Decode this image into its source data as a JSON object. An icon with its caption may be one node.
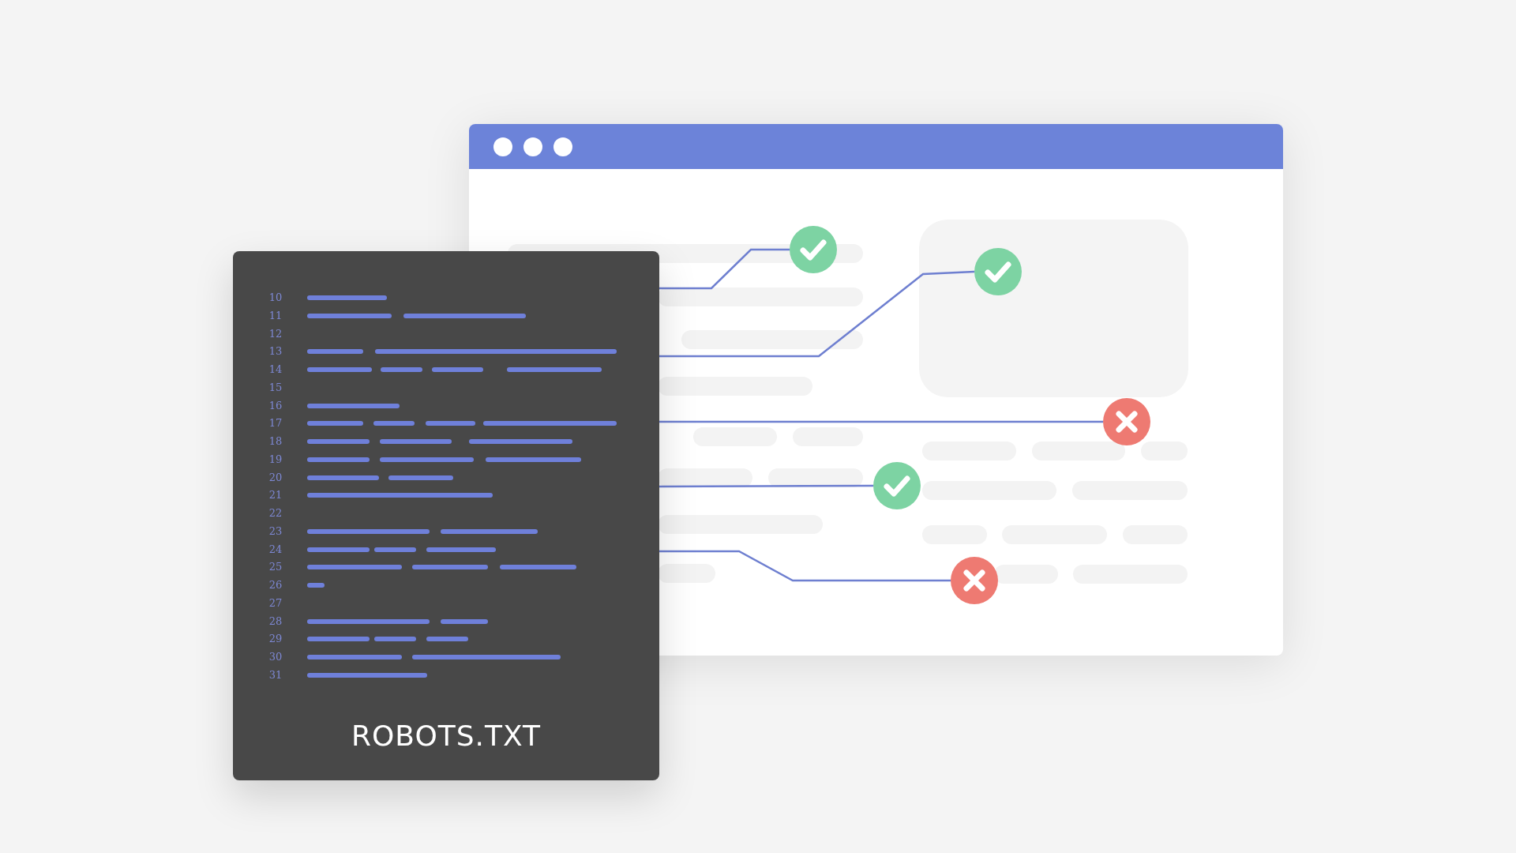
{
  "diagram": {
    "nodes": [
      {
        "text": [
          "ROBOTS.TXT"
        ]
      },
      {
        "text": [],
        "shape": "box"
      },
      {
        "text": [],
        "shape": "circle",
        "in": 1
      },
      {
        "text": [],
        "shape": "circle",
        "in": 1
      },
      {
        "text": [],
        "shape": "circle",
        "in": 1
      },
      {
        "text": [],
        "shape": "circle",
        "in": 1
      },
      {
        "text": [],
        "shape": "circle",
        "in": 1
      }
    ],
    "edges": [
      {
        "from": 0,
        "to": 2,
        "arrow": "none"
      },
      {
        "from": 0,
        "to": 3,
        "arrow": "none"
      },
      {
        "from": 0,
        "to": 4,
        "arrow": "none"
      },
      {
        "from": 0,
        "to": 5,
        "arrow": "none"
      },
      {
        "from": 0,
        "to": 6,
        "arrow": "none"
      }
    ],
    "labels": [
      "10",
      "11",
      "12",
      "13",
      "14",
      "15",
      "16",
      "17",
      "18",
      "19",
      "20",
      "21",
      "22",
      "23",
      "24",
      "25",
      "26",
      "27",
      "28",
      "29",
      "30",
      "31"
    ]
  }
}
